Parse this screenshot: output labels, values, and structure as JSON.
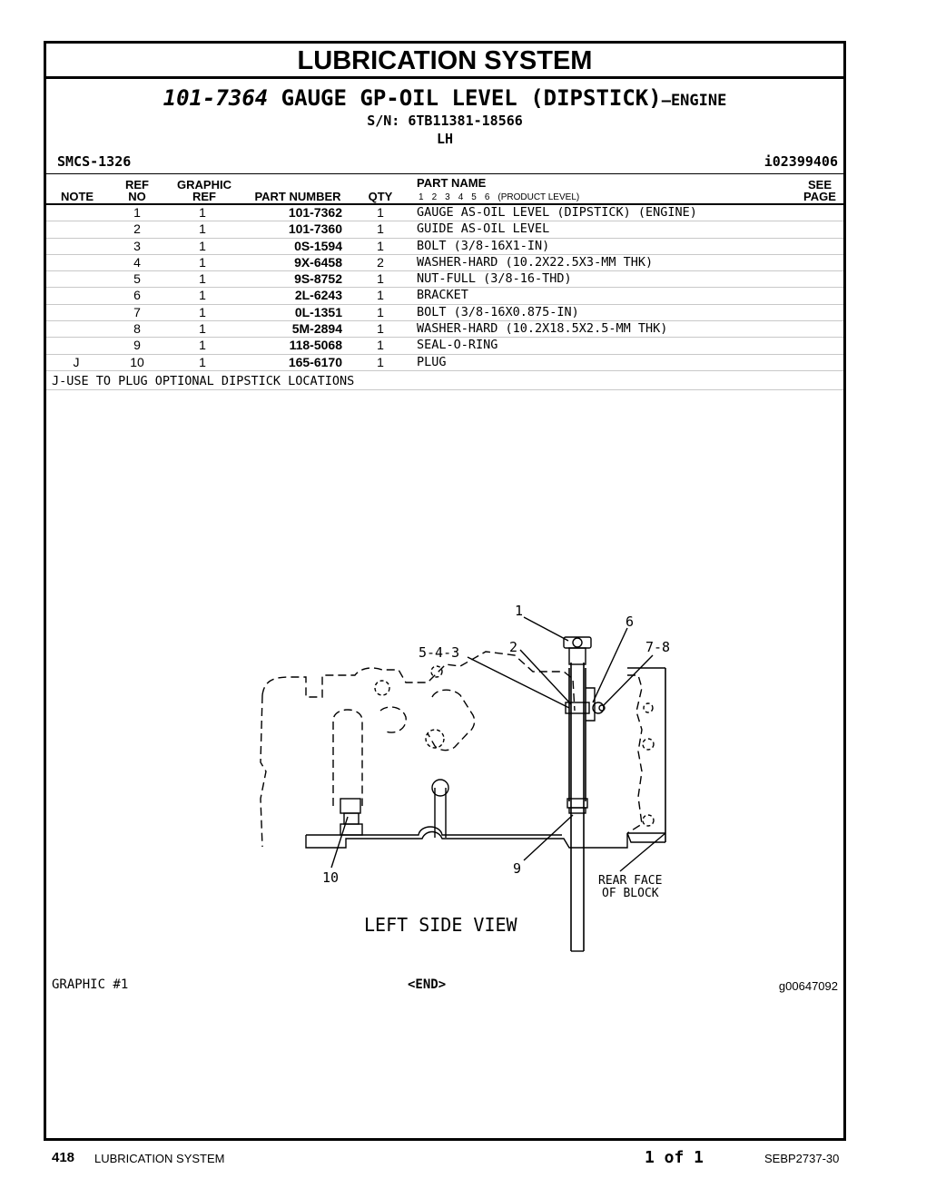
{
  "header": {
    "section_title": "LUBRICATION SYSTEM",
    "part_number": "101-7364",
    "part_title": "GAUGE GP-OIL LEVEL (DIPSTICK)",
    "part_suffix": "—ENGINE",
    "serial_numbers": "S/N: 6TB11381-18566",
    "side": "LH",
    "smcs": "SMCS-1326",
    "doc_id": "i02399406"
  },
  "table": {
    "columns": {
      "note": "NOTE",
      "ref_top": "REF",
      "ref_bottom": "NO",
      "graphic_top": "GRAPHIC",
      "graphic_bottom": "REF",
      "part_number": "PART NUMBER",
      "qty": "QTY",
      "part_name": "PART NAME",
      "product_level": "(PRODUCT LEVEL)",
      "see_top": "SEE",
      "see_bottom": "PAGE"
    },
    "levels": [
      "1",
      "2",
      "3",
      "4",
      "5",
      "6"
    ],
    "rows": [
      {
        "note": "",
        "ref": "1",
        "graphic": "1",
        "part_number": "101-7362",
        "qty": "1",
        "name": "GAUGE AS-OIL LEVEL (DIPSTICK) (ENGINE)"
      },
      {
        "note": "",
        "ref": "2",
        "graphic": "1",
        "part_number": "101-7360",
        "qty": "1",
        "name": "GUIDE AS-OIL LEVEL"
      },
      {
        "note": "",
        "ref": "3",
        "graphic": "1",
        "part_number": "0S-1594",
        "qty": "1",
        "name": "BOLT (3/8-16X1-IN)"
      },
      {
        "note": "",
        "ref": "4",
        "graphic": "1",
        "part_number": "9X-6458",
        "qty": "2",
        "name": "WASHER-HARD (10.2X22.5X3-MM THK)"
      },
      {
        "note": "",
        "ref": "5",
        "graphic": "1",
        "part_number": "9S-8752",
        "qty": "1",
        "name": "NUT-FULL (3/8-16-THD)"
      },
      {
        "note": "",
        "ref": "6",
        "graphic": "1",
        "part_number": "2L-6243",
        "qty": "1",
        "name": "BRACKET"
      },
      {
        "note": "",
        "ref": "7",
        "graphic": "1",
        "part_number": "0L-1351",
        "qty": "1",
        "name": "BOLT (3/8-16X0.875-IN)"
      },
      {
        "note": "",
        "ref": "8",
        "graphic": "1",
        "part_number": "5M-2894",
        "qty": "1",
        "name": "WASHER-HARD (10.2X18.5X2.5-MM THK)"
      },
      {
        "note": "",
        "ref": "9",
        "graphic": "1",
        "part_number": "118-5068",
        "qty": "1",
        "name": "SEAL-O-RING"
      },
      {
        "note": "J",
        "ref": "10",
        "graphic": "1",
        "part_number": "165-6170",
        "qty": "1",
        "name": "PLUG"
      }
    ],
    "footnote": "J-USE TO PLUG OPTIONAL DIPSTICK LOCATIONS"
  },
  "figure": {
    "callouts": [
      "1",
      "2",
      "5-4-3",
      "6",
      "7-8",
      "9",
      "10"
    ],
    "rear_face_line1": "REAR FACE",
    "rear_face_line2": "OF BLOCK",
    "view_caption": "LEFT SIDE VIEW"
  },
  "graphic_footer": {
    "label": "GRAPHIC #1",
    "end": "<END>",
    "graphic_id": "g00647092"
  },
  "page_footer": {
    "page_number": "418",
    "section": "LUBRICATION SYSTEM",
    "page_of": "1 of 1",
    "doc_number": "SEBP2737-30"
  }
}
